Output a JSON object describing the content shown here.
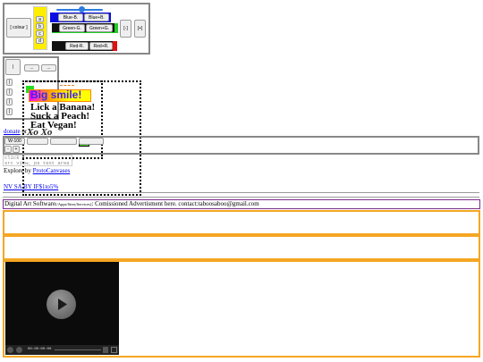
{
  "palette": {
    "colour_button": "[ colour ]",
    "abc_keys": [
      "a",
      "b",
      "c",
      "d"
    ],
    "blue_minus": "Blue-B.",
    "blue_plus": "Blue+B.",
    "green_minus": "Green-G.",
    "green_plus": "Green+G.",
    "red_minus": "Red-R.",
    "red_plus": "Red+R.",
    "extra_button_1": "[-]",
    "extra_button_2": "[+]",
    "slider_fraction": 0.55
  },
  "nav_pad": {
    "buttons": [
      "|",
      "...",
      "...",
      "|",
      "|",
      "|",
      "|"
    ]
  },
  "canvas_text": {
    "line1": "Big smile!",
    "line2": "Lick a Banana!",
    "line3": "Suck a Peach!",
    "line4": "Eat Vegan!",
    "line5": "Xo Xo"
  },
  "donate": {
    "link": "donate",
    "suffix": " or ..."
  },
  "toolbar": {
    "w100": "W-100",
    "minus": "-",
    "plus": "+"
  },
  "textarea": {
    "line1": "click ...",
    "line2": "src view, ps text area"
  },
  "explore": {
    "prefix": "Explore ",
    "by": "by ",
    "link": "ProtoCanvases"
  },
  "footer_link": "NV SA BY IF$1to5%",
  "ad_bar": {
    "text1": "Digital Art Software",
    "small": "(/Apps/Sites/Services)",
    "text2": ": Comissioned Advertisment here. contact:taboosaboo@gmail.com"
  },
  "video": {
    "time": "00:00:00:00"
  }
}
